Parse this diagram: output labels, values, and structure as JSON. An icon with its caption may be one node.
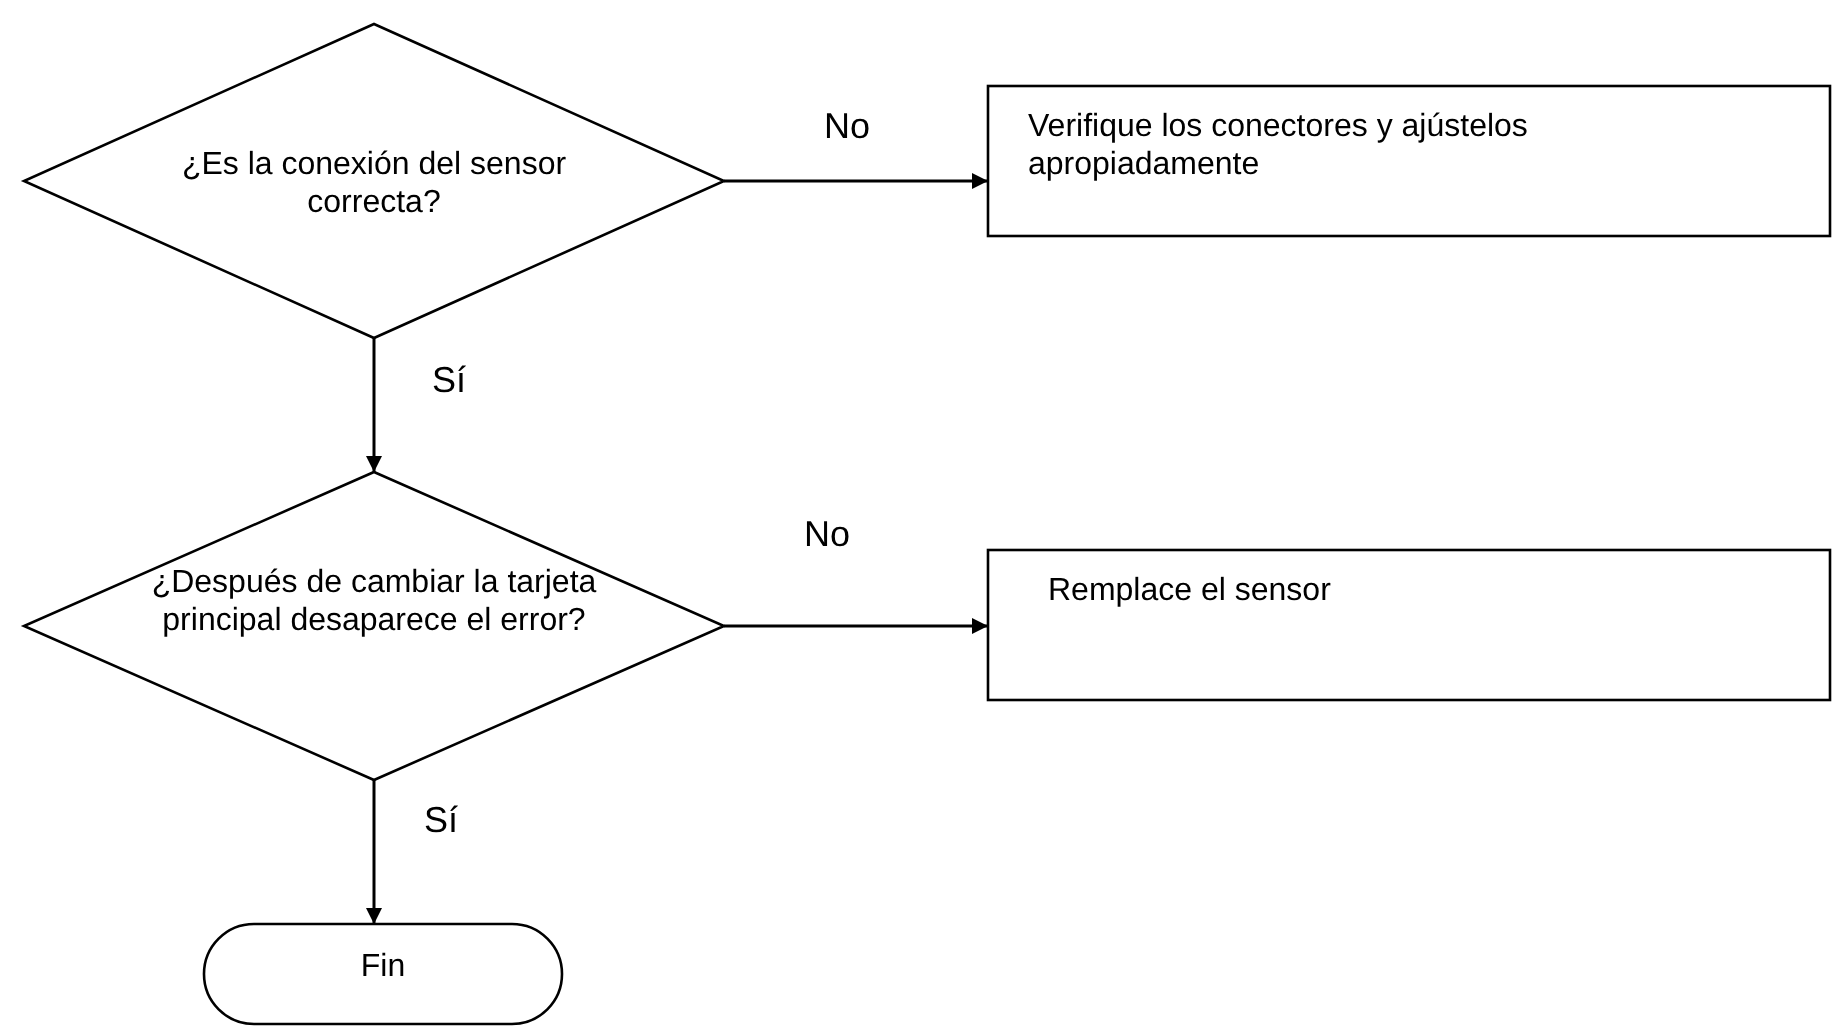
{
  "diagram": {
    "nodes": [
      {
        "text": [
          "¿Es la conexión del sensor correcta?"
        ]
      },
      {
        "text": [
          "Verifique los conectores y  ajústelos apropiadamente"
        ]
      },
      {
        "text": [
          "¿Después de cambiar la tarjeta principal desaparece el error?"
        ]
      },
      {
        "text": [
          "Remplace el sensor"
        ]
      },
      {
        "text": [
          "Fin"
        ]
      }
    ],
    "edges": [
      {
        "from": 0,
        "to": 1,
        "arrow": "to",
        "label": "No"
      },
      {
        "from": 0,
        "to": 2,
        "arrow": "to",
        "label": "Sí"
      },
      {
        "from": 2,
        "to": 3,
        "arrow": "to",
        "label": "No"
      },
      {
        "from": 2,
        "to": 4,
        "arrow": "to",
        "label": "Sí"
      }
    ]
  }
}
